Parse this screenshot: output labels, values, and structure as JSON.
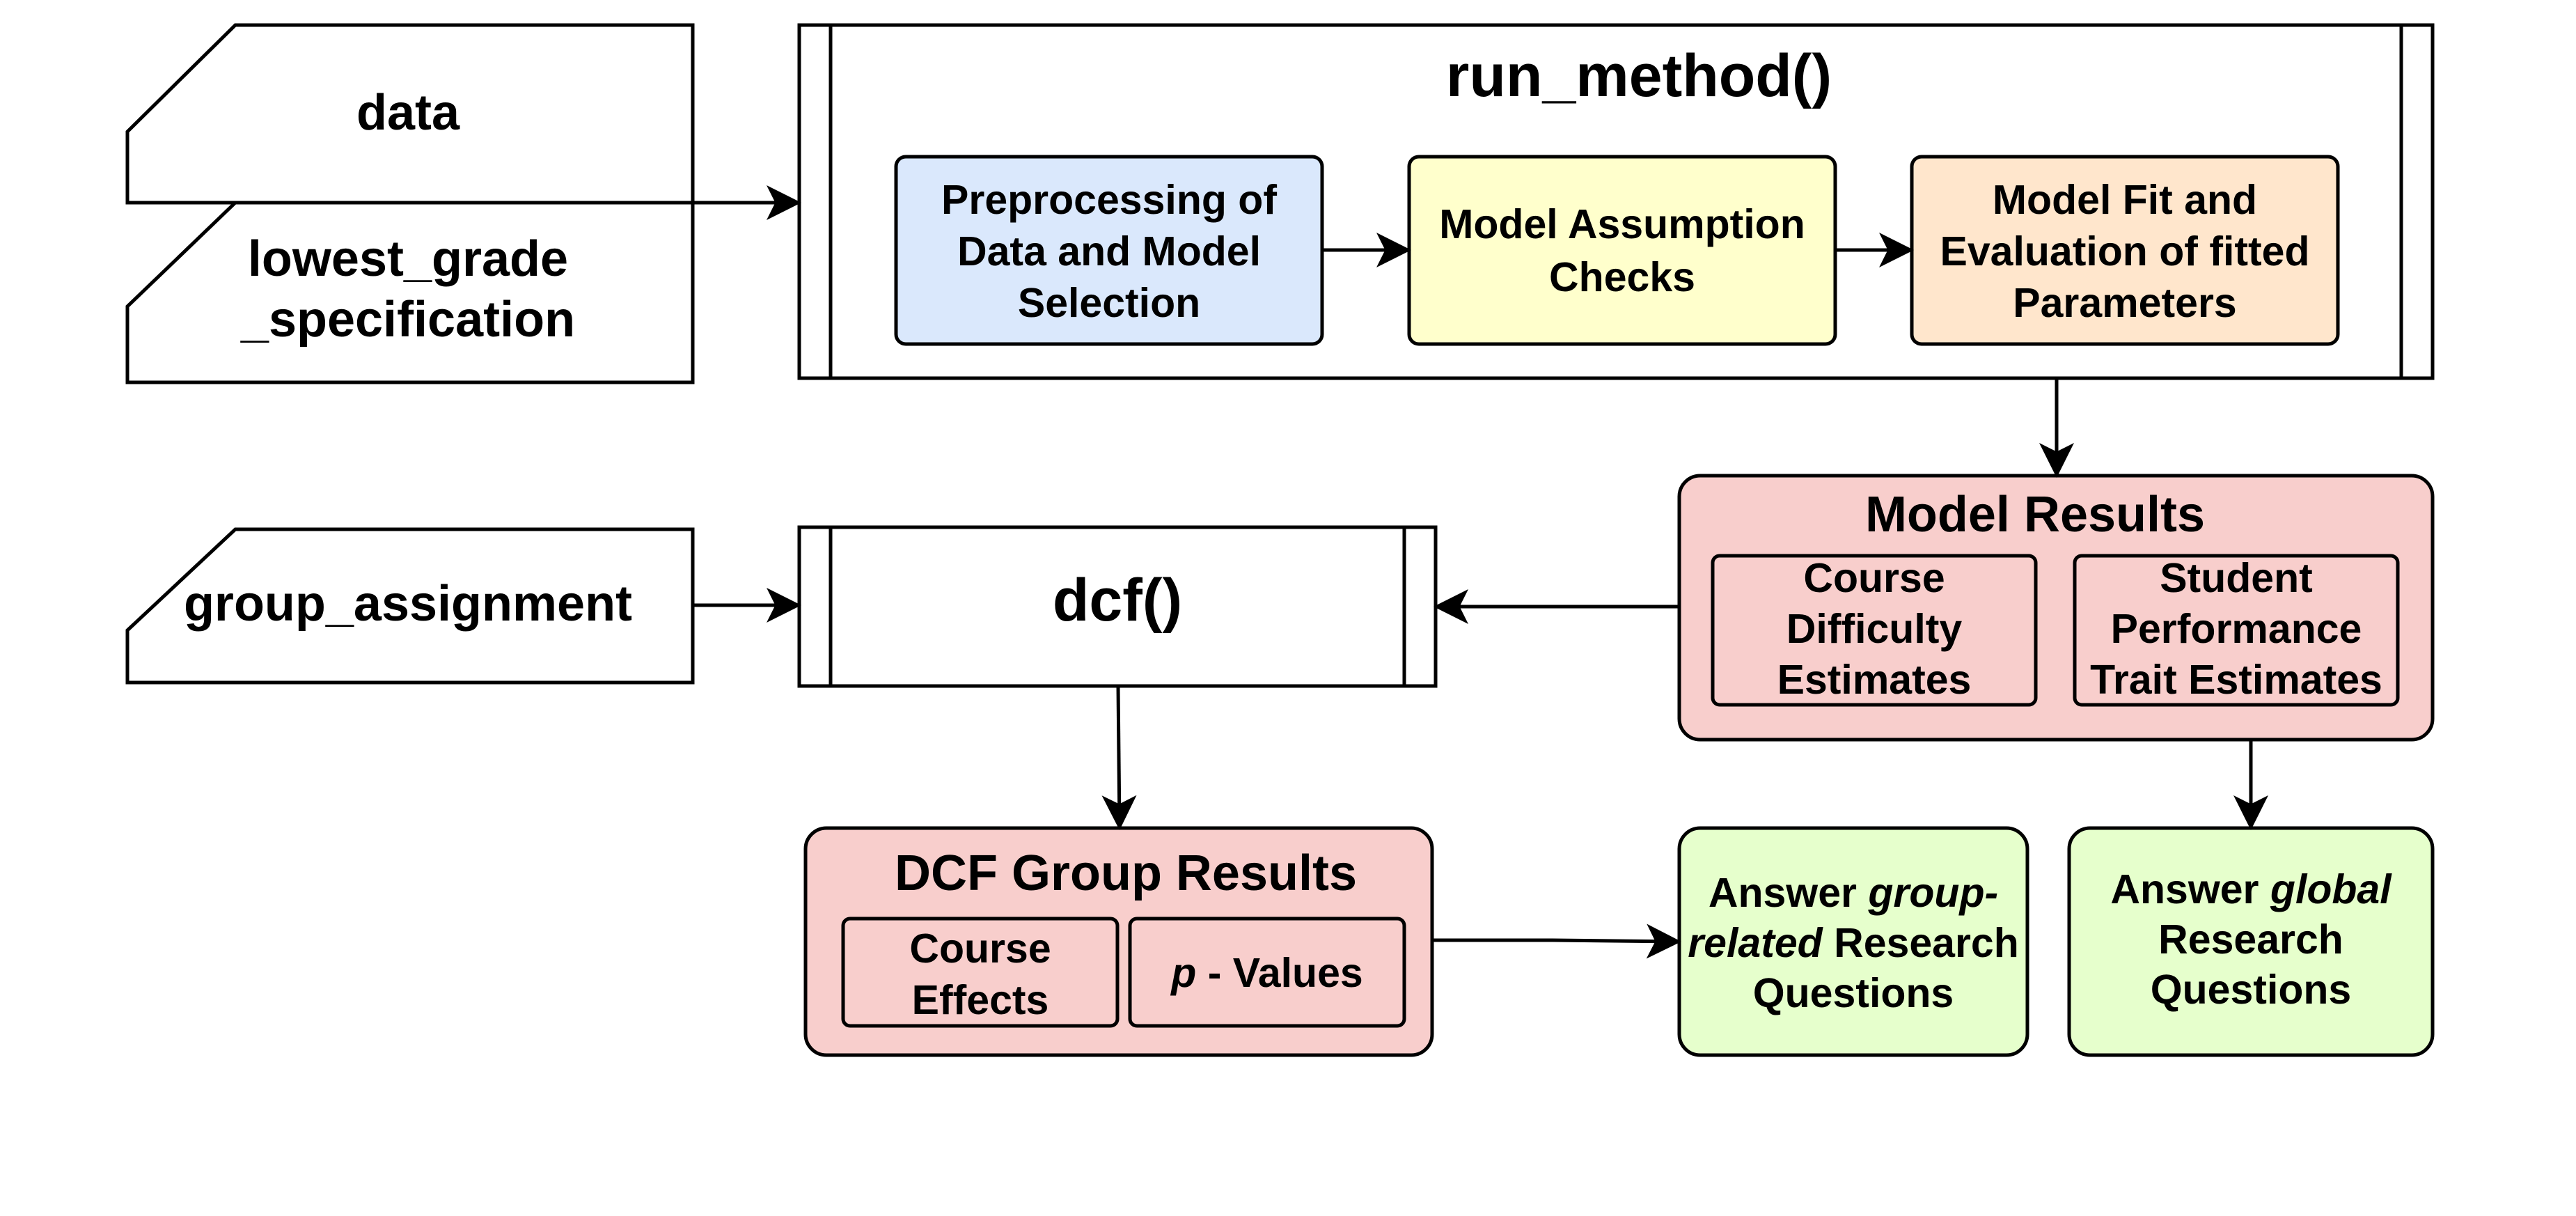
{
  "colors": {
    "stroke": "#000000",
    "preprocessing_fill": "#dae8fc",
    "assumption_fill": "#ffffcc",
    "fit_fill": "#ffe6cc",
    "results_fill": "#f8cecc",
    "answer_fill": "#e6ffcc",
    "background": "#ffffff"
  },
  "inputs": {
    "data": "data",
    "lowest_grade_line1": "lowest_grade",
    "lowest_grade_line2": "_specification",
    "group_assignment": "group_assignment"
  },
  "run_method": {
    "title": "run_method()",
    "steps": [
      {
        "line1": "Preprocessing of",
        "line2": "Data and Model",
        "line3": "Selection"
      },
      {
        "line1": "Model Assumption",
        "line2": "Checks"
      },
      {
        "line1": "Model Fit and",
        "line2": "Evaluation of fitted",
        "line3": "Parameters"
      }
    ]
  },
  "dcf": {
    "title": "dcf()"
  },
  "model_results": {
    "title": "Model Results",
    "course": {
      "line1": "Course",
      "line2": "Difficulty",
      "line3": "Estimates"
    },
    "student": {
      "line1": "Student",
      "line2": "Performance",
      "line3": "Trait Estimates"
    }
  },
  "dcf_results": {
    "title": "DCF Group Results",
    "course": {
      "line1": "Course",
      "line2": "Effects"
    },
    "pvalues": {
      "p": "p",
      "rest": " - Values"
    }
  },
  "answer_group": {
    "w1": "Answer ",
    "w2": "group-",
    "w3": "related",
    "w4": " Research",
    "w5": "Questions"
  },
  "answer_global": {
    "w1": "Answer ",
    "w2": "global",
    "w3": "Research",
    "w4": "Questions"
  }
}
